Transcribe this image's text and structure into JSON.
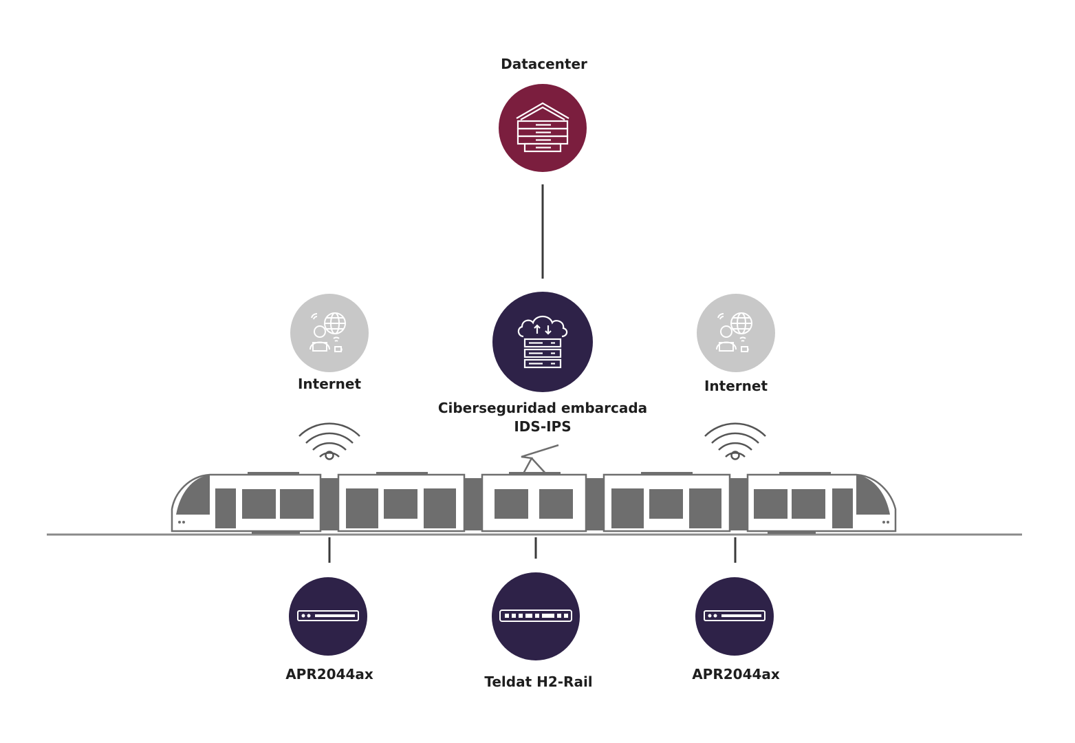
{
  "colors": {
    "datacenter": "#7b1e3e",
    "device": "#2e2248",
    "internet": "#c8c8c8",
    "train_body": "#6e6e6e",
    "line": "#3a3a3a"
  },
  "nodes": {
    "datacenter": {
      "label": "Datacenter",
      "icon": "datacenter-server-icon"
    },
    "security": {
      "label_line1": "Ciberseguridad embarcada",
      "label_line2": "IDS-IPS",
      "icon": "cloud-server-icon"
    },
    "internet_left": {
      "label": "Internet",
      "icon": "user-globe-icon"
    },
    "internet_right": {
      "label": "Internet",
      "icon": "user-globe-icon"
    },
    "router_left": {
      "label": "APR2044ax",
      "icon": "router-icon"
    },
    "router_center": {
      "label": "Teldat H2-Rail",
      "icon": "router-icon"
    },
    "router_right": {
      "label": "APR2044ax",
      "icon": "router-icon"
    }
  },
  "icons": {
    "wifi": "wifi-icon",
    "train": "train-icon"
  }
}
